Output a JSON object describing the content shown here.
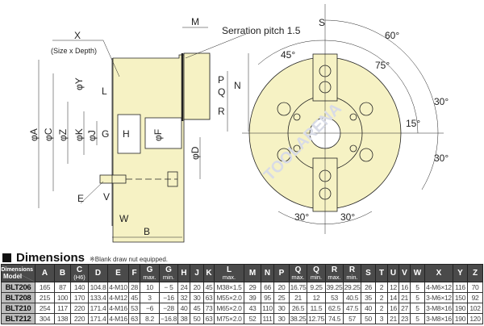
{
  "drawing": {
    "labels": {
      "x": "X",
      "size_depth": "(Size x Depth)",
      "m": "M",
      "serration": "Serration pitch  1.5",
      "s": "S",
      "phi_y": "φY",
      "l": "L",
      "phi_a": "φA",
      "phi_c": "φC",
      "phi_z": "φZ",
      "phi_k": "φK",
      "phi_j": "φJ",
      "g": "G",
      "h": "H",
      "phi_f": "φF",
      "phi_d": "φD",
      "e": "E",
      "v": "V",
      "w": "W",
      "b": "B",
      "p": "P",
      "q": "Q",
      "r": "R",
      "n": "N"
    },
    "angles": {
      "a60": "60°",
      "a45": "45°",
      "a75": "75°",
      "a30_right": "30°",
      "a15": "15°",
      "a30_lower": "30°",
      "a30_bl": "30°",
      "a30_br": "30°"
    },
    "watermark": "TOOLARENA",
    "colors": {
      "body": "#f6f2c4",
      "line": "#222222"
    }
  },
  "section": {
    "title": "Dimensions",
    "note": "※Blank draw nut equipped."
  },
  "table": {
    "corner_top": "Dimensions",
    "corner_bottom": "Model",
    "headers": [
      {
        "main": "A"
      },
      {
        "main": "B"
      },
      {
        "main": "C",
        "sub": "(H6)"
      },
      {
        "main": "D"
      },
      {
        "main": "E"
      },
      {
        "main": "F"
      },
      {
        "main": "G",
        "sub": "max."
      },
      {
        "main": "G",
        "sub": "min."
      },
      {
        "main": "H"
      },
      {
        "main": "J"
      },
      {
        "main": "K"
      },
      {
        "main": "L",
        "sub": "max."
      },
      {
        "main": "M"
      },
      {
        "main": "N"
      },
      {
        "main": "P"
      },
      {
        "main": "Q",
        "sub": "max."
      },
      {
        "main": "Q",
        "sub": "min."
      },
      {
        "main": "R",
        "sub": "max."
      },
      {
        "main": "R",
        "sub": "min."
      },
      {
        "main": "S"
      },
      {
        "main": "T"
      },
      {
        "main": "U"
      },
      {
        "main": "V"
      },
      {
        "main": "W"
      },
      {
        "main": "X"
      },
      {
        "main": "Y"
      },
      {
        "main": "Z"
      }
    ],
    "rows": [
      {
        "model": "BLT206",
        "cells": [
          "165",
          "87",
          "140",
          "104.8",
          "4-M10",
          "28",
          "10",
          "− 5",
          "24",
          "20",
          "45",
          "M38×1.5",
          "29",
          "66",
          "20",
          "16.75",
          "9.25",
          "39.25",
          "29.25",
          "26",
          "2",
          "12",
          "16",
          "5",
          "4-M6×12",
          "116",
          "70"
        ]
      },
      {
        "model": "BLT208",
        "cells": [
          "215",
          "100",
          "170",
          "133.4",
          "4-M12",
          "45",
          "3",
          "−16",
          "32",
          "30",
          "63",
          "M55×2.0",
          "39",
          "95",
          "25",
          "21",
          "12",
          "53",
          "40.5",
          "35",
          "2",
          "14",
          "21",
          "5",
          "3-M6×12",
          "150",
          "92"
        ]
      },
      {
        "model": "BLT210",
        "cells": [
          "254",
          "117",
          "220",
          "171.4",
          "4-M16",
          "53",
          "−6",
          "−28",
          "40",
          "45",
          "73",
          "M65×2.0",
          "43",
          "110",
          "30",
          "26.5",
          "11.5",
          "62.5",
          "47.5",
          "40",
          "2",
          "16",
          "27",
          "5",
          "3-M8×16",
          "190",
          "102"
        ]
      },
      {
        "model": "BLT212",
        "cells": [
          "304",
          "138",
          "220",
          "171.4",
          "4-M16",
          "63",
          "8.2",
          "−16.8",
          "38",
          "50",
          "63",
          "M75×2.0",
          "52",
          "111",
          "30",
          "38.25",
          "12.75",
          "74.5",
          "57",
          "50",
          "3",
          "21",
          "23",
          "5",
          "3-M8×16",
          "190",
          "120"
        ]
      }
    ]
  }
}
